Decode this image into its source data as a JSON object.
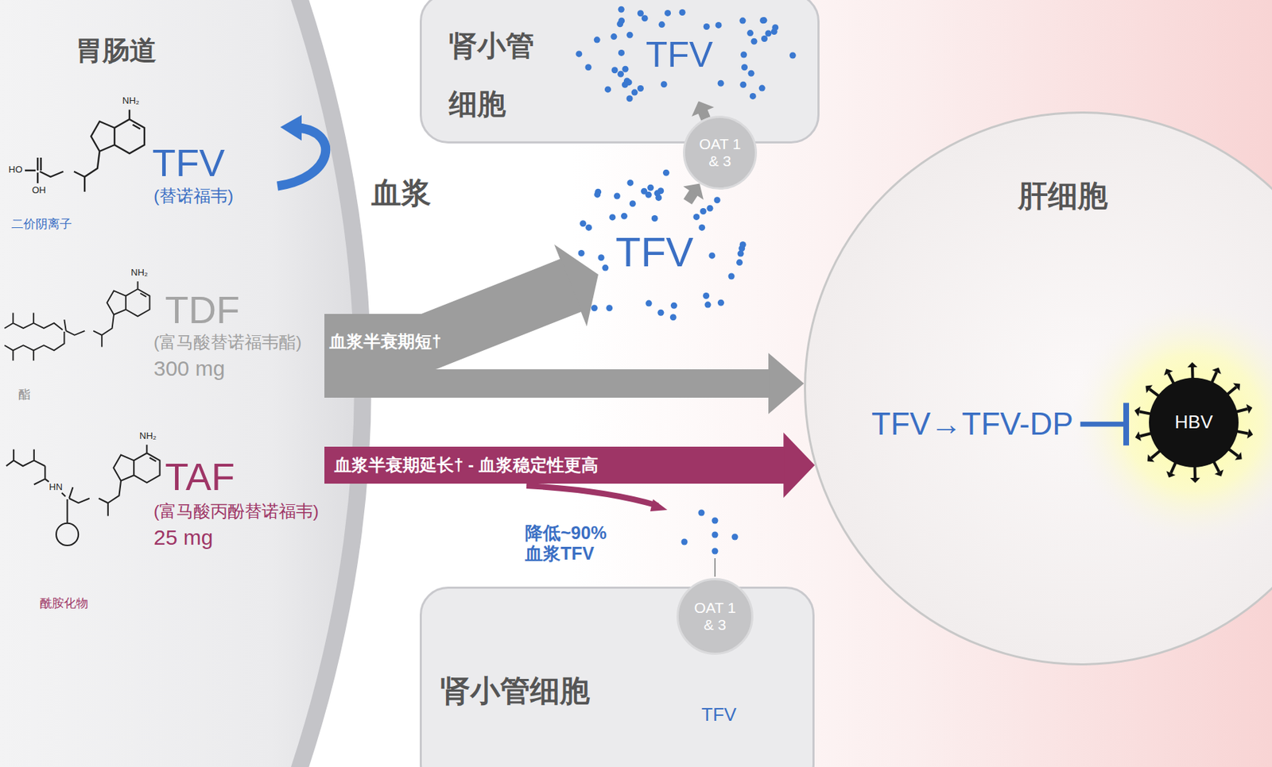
{
  "diagram": {
    "nodes": [
      {
        "text": [
          "胃肠道"
        ]
      },
      {
        "text": [
          "肾小管 细胞"
        ]
      },
      {
        "text": [
          "TFV"
        ],
        "in": 1
      },
      {
        "text": [
          "OAT 1 & 3"
        ]
      },
      {
        "text": [
          "TFV"
        ]
      },
      {
        "text": [
          "肝细胞",
          "TFV→TFV-DP"
        ]
      },
      {
        "text": [
          "HBV"
        ],
        "in": 5
      },
      {
        "text": [
          "肾小管细胞"
        ]
      },
      {
        "text": [
          "OAT 1 & 3"
        ]
      }
    ],
    "edges": [
      {
        "from": 0,
        "to": 4,
        "arrow": "to",
        "label": "血浆半衰期短†"
      },
      {
        "from": 0,
        "to": 5,
        "arrow": "to"
      },
      {
        "from": 0,
        "to": 5,
        "arrow": "to",
        "label": "血浆半衰期延长† - 血浆稳定性更高"
      },
      {
        "from": 4,
        "to": 3,
        "arrow": "to"
      },
      {
        "from": 3,
        "to": 2,
        "arrow": "to"
      }
    ],
    "labels": [
      "血浆",
      "TFV",
      "(替诺福韦)",
      "二价阴离子",
      "TDF",
      "(富马酸替诺福韦酯)",
      "300 mg",
      "酯",
      "TAF",
      "(富马酸丙酚替诺福韦)",
      "25 mg",
      "酰胺化物",
      "降低~90% 血浆TFV",
      "TFV",
      "NH₂",
      "HO",
      "OH",
      "NH₂",
      "NH₂",
      "HN"
    ]
  }
}
